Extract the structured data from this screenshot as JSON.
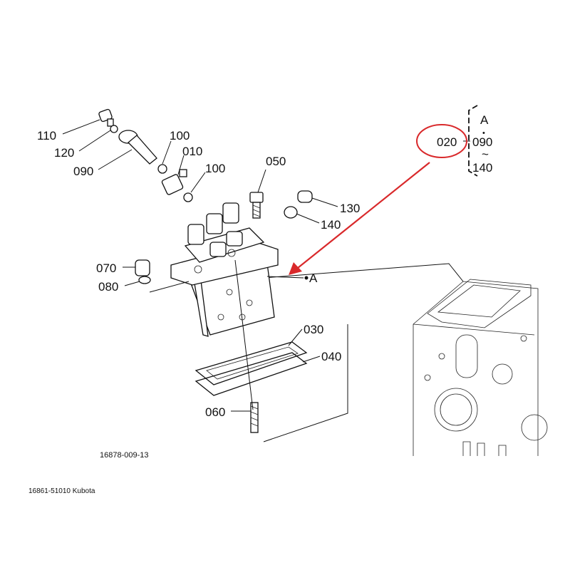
{
  "diagram": {
    "callouts": {
      "p110": "110",
      "p120": "120",
      "p090": "090",
      "p100a": "100",
      "p010": "010",
      "p100b": "100",
      "p050": "050",
      "p130": "130",
      "p140": "140",
      "p070": "070",
      "p080": "080",
      "pA": "A",
      "p030": "030",
      "p040": "040",
      "p060": "060"
    },
    "highlight": {
      "label": "020",
      "color": "#d9292b"
    },
    "kit_bracket": {
      "top": "A",
      "dot": "•",
      "from": "090",
      "tilde": "~",
      "to": "140"
    },
    "figure_number": "16878-009-13",
    "caption": "16861-51010 Kubota"
  }
}
